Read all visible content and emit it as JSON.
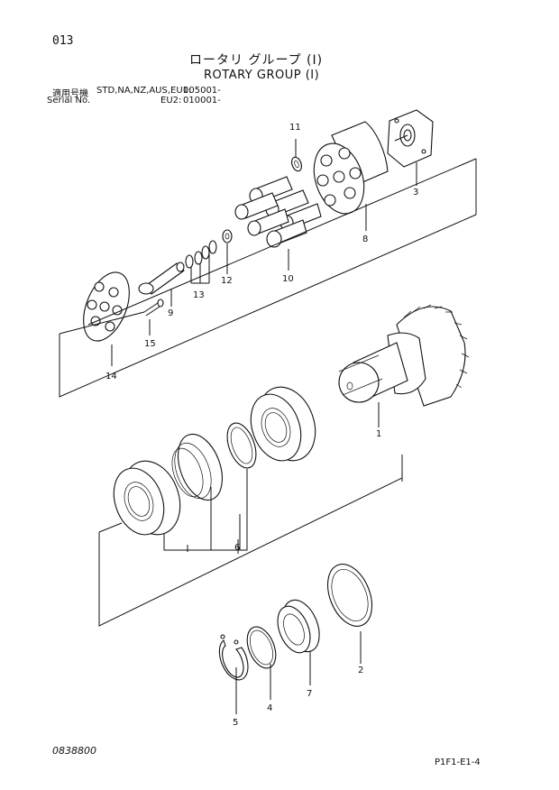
{
  "header": {
    "page_number": "013",
    "title_japanese": "ロータリ グループ (I)",
    "title_english": "ROTARY GROUP (I)",
    "applicable_label": "適用号機",
    "applicable_models": "STD,NA,NZ,AUS,EU1:",
    "applicable_serial_1": "005001-",
    "serial_label": "Serial No.",
    "serial_model_2": "EU2:",
    "applicable_serial_2": "010001-"
  },
  "callouts": [
    "1",
    "2",
    "3",
    "4",
    "5",
    "6",
    "7",
    "8",
    "9",
    "10",
    "11",
    "12",
    "13",
    "14",
    "15"
  ],
  "footer": {
    "drawing_number": "0838800",
    "page_code": "P1F1-E1-4"
  }
}
